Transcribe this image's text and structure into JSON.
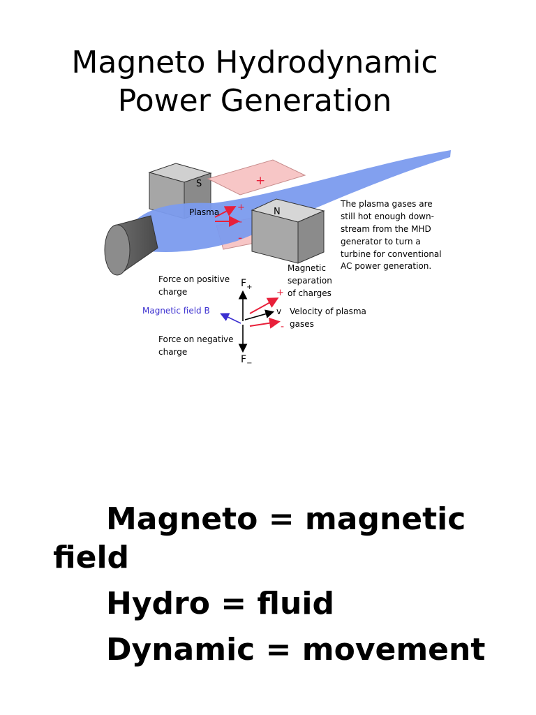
{
  "title": {
    "line1": "Magneto Hydrodynamic",
    "line2": "Power Generation"
  },
  "diagram": {
    "labels": {
      "s_pole": "S",
      "n_pole": "N",
      "plus_plate": "+",
      "minus_plate": "-",
      "plus_near": "+",
      "minus_near": "-",
      "plasma": "Plasma",
      "callout": [
        "The plasma gases are",
        "still hot enough down-",
        "stream from the MHD",
        "generator to turn a",
        "turbine for conventional",
        "AC power generation."
      ],
      "magnetic_separation": [
        "Magnetic",
        "separation",
        "of charges"
      ],
      "force_positive": [
        "Force on positive",
        "charge"
      ],
      "force_negative": [
        "Force on negative",
        "charge"
      ],
      "magnetic_field": "Magnetic field B",
      "velocity": [
        "Velocity of plasma",
        "gases"
      ],
      "f_plus_main": "F",
      "f_plus_sub": "+",
      "f_minus_main": "F",
      "f_minus_sub": "−",
      "v": "v",
      "plus_small": "+",
      "minus_small": "-"
    },
    "colors": {
      "plasma": "#7b9bee",
      "magnet": "#a3a3a3",
      "plate": "#f7c6c6",
      "charge": "#e8203a",
      "field": "#3b2fd0"
    }
  },
  "body": {
    "lines": [
      "Magneto = magnetic field",
      "Hydro = fluid",
      "Dynamic = movement"
    ]
  }
}
